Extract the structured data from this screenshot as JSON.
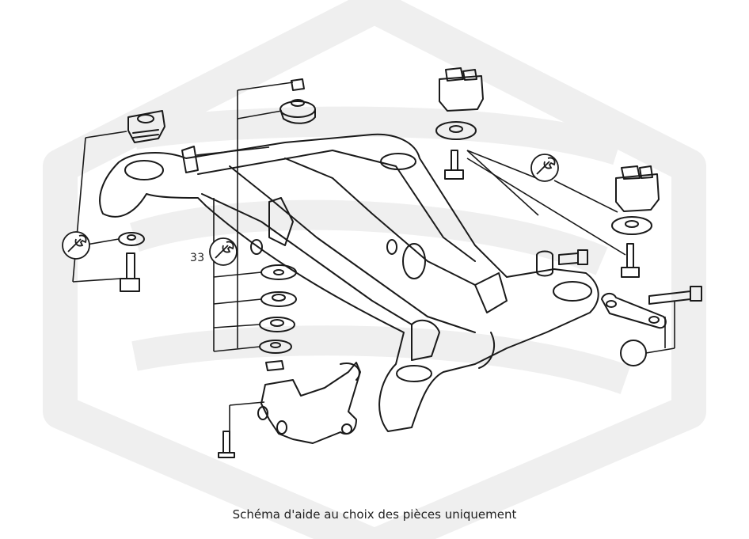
{
  "diagram": {
    "callout_number": "33",
    "caption": "Schéma d'aide au choix des pièces uniquement",
    "watermark_icon": "hexagon-logo-watermark",
    "tool_icon": "wrench-icon",
    "line_color": "#1a1a1a",
    "watermark_color": "#efefef"
  }
}
